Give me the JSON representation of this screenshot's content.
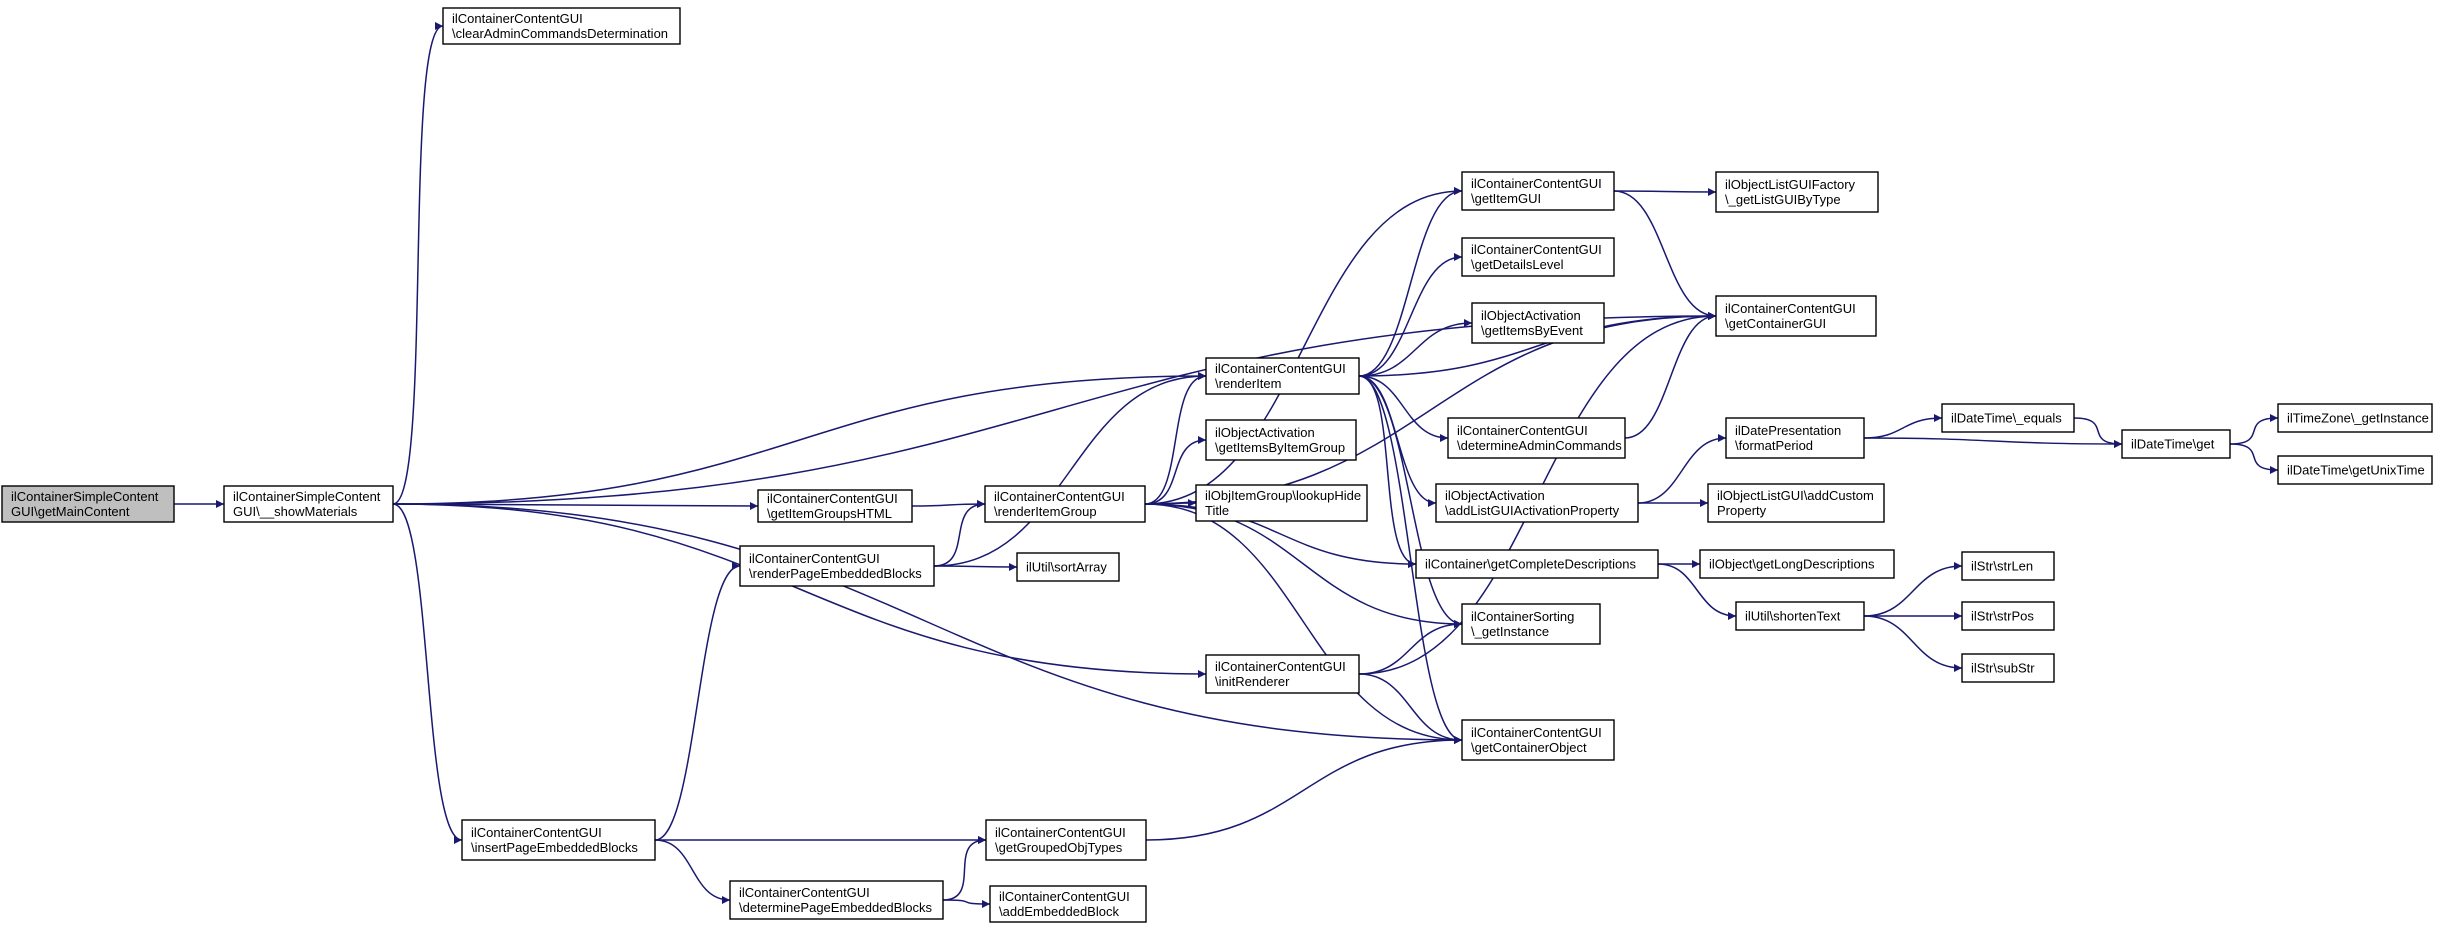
{
  "colors": {
    "edge": "#191970",
    "node_border": "#000000",
    "root_fill": "#bfbfbf",
    "node_fill": "#ffffff"
  },
  "nodes": [
    {
      "id": "root",
      "lines": [
        "ilContainerSimpleContent",
        "GUI\\getMainContent"
      ],
      "root": true
    },
    {
      "id": "show",
      "lines": [
        "ilContainerSimpleContent",
        "GUI\\__showMaterials"
      ]
    },
    {
      "id": "clear",
      "lines": [
        "ilContainerContentGUI",
        "\\clearAdminCommandsDetermination"
      ]
    },
    {
      "id": "getItemGroupsHTML",
      "lines": [
        "ilContainerContentGUI",
        "\\getItemGroupsHTML"
      ]
    },
    {
      "id": "renderPageEmbedded",
      "lines": [
        "ilContainerContentGUI",
        "\\renderPageEmbeddedBlocks"
      ]
    },
    {
      "id": "insertPageEmbedded",
      "lines": [
        "ilContainerContentGUI",
        "\\insertPageEmbeddedBlocks"
      ]
    },
    {
      "id": "renderItemGroup",
      "lines": [
        "ilContainerContentGUI",
        "\\renderItemGroup"
      ]
    },
    {
      "id": "sortArray",
      "lines": [
        "ilUtil\\sortArray"
      ]
    },
    {
      "id": "getGroupedObjTypes",
      "lines": [
        "ilContainerContentGUI",
        "\\getGroupedObjTypes"
      ]
    },
    {
      "id": "determinePageEmbedded",
      "lines": [
        "ilContainerContentGUI",
        "\\determinePageEmbeddedBlocks"
      ]
    },
    {
      "id": "addEmbeddedBlock",
      "lines": [
        "ilContainerContentGUI",
        "\\addEmbeddedBlock"
      ]
    },
    {
      "id": "renderItem",
      "lines": [
        "ilContainerContentGUI",
        "\\renderItem"
      ]
    },
    {
      "id": "getItemsByItemGroup",
      "lines": [
        "ilObjectActivation",
        "\\getItemsByItemGroup"
      ]
    },
    {
      "id": "lookupHideTitle",
      "lines": [
        "ilObjItemGroup\\lookupHide",
        "Title"
      ]
    },
    {
      "id": "initRenderer",
      "lines": [
        "ilContainerContentGUI",
        "\\initRenderer"
      ]
    },
    {
      "id": "getItemGUI",
      "lines": [
        "ilContainerContentGUI",
        "\\getItemGUI"
      ]
    },
    {
      "id": "getDetailsLevel",
      "lines": [
        "ilContainerContentGUI",
        "\\getDetailsLevel"
      ]
    },
    {
      "id": "getItemsByEvent",
      "lines": [
        "ilObjectActivation",
        "\\getItemsByEvent"
      ]
    },
    {
      "id": "determineAdminCommands",
      "lines": [
        "ilContainerContentGUI",
        "\\determineAdminCommands"
      ]
    },
    {
      "id": "addListGUIActivation",
      "lines": [
        "ilObjectActivation",
        "\\addListGUIActivationProperty"
      ]
    },
    {
      "id": "getCompleteDescriptions",
      "lines": [
        "ilContainer\\getCompleteDescriptions"
      ]
    },
    {
      "id": "sortingGetInstance",
      "lines": [
        "ilContainerSorting",
        "\\_getInstance"
      ]
    },
    {
      "id": "getContainerObject",
      "lines": [
        "ilContainerContentGUI",
        "\\getContainerObject"
      ]
    },
    {
      "id": "listGUIFactory",
      "lines": [
        "ilObjectListGUIFactory",
        "\\_getListGUIByType"
      ]
    },
    {
      "id": "getContainerGUI",
      "lines": [
        "ilContainerContentGUI",
        "\\getContainerGUI"
      ]
    },
    {
      "id": "formatPeriod",
      "lines": [
        "ilDatePresentation",
        "\\formatPeriod"
      ]
    },
    {
      "id": "addCustomProperty",
      "lines": [
        "ilObjectListGUI\\addCustom",
        "Property"
      ]
    },
    {
      "id": "getLongDescriptions",
      "lines": [
        "ilObject\\getLongDescriptions"
      ]
    },
    {
      "id": "shortenText",
      "lines": [
        "ilUtil\\shortenText"
      ]
    },
    {
      "id": "dtEquals",
      "lines": [
        "ilDateTime\\_equals"
      ]
    },
    {
      "id": "dtGet",
      "lines": [
        "ilDateTime\\get"
      ]
    },
    {
      "id": "strLen",
      "lines": [
        "ilStr\\strLen"
      ]
    },
    {
      "id": "strPos",
      "lines": [
        "ilStr\\strPos"
      ]
    },
    {
      "id": "subStr",
      "lines": [
        "ilStr\\subStr"
      ]
    },
    {
      "id": "tzGetInstance",
      "lines": [
        "ilTimeZone\\_getInstance"
      ]
    },
    {
      "id": "getUnixTime",
      "lines": [
        "ilDateTime\\getUnixTime"
      ]
    }
  ],
  "edges": [
    [
      "root",
      "show"
    ],
    [
      "show",
      "clear"
    ],
    [
      "show",
      "getContainerGUI"
    ],
    [
      "show",
      "renderItem"
    ],
    [
      "show",
      "getItemGroupsHTML"
    ],
    [
      "show",
      "initRenderer"
    ],
    [
      "show",
      "getContainerObject"
    ],
    [
      "show",
      "insertPageEmbedded"
    ],
    [
      "getItemGroupsHTML",
      "renderItemGroup"
    ],
    [
      "renderPageEmbedded",
      "renderItem"
    ],
    [
      "renderPageEmbedded",
      "renderItemGroup"
    ],
    [
      "renderPageEmbedded",
      "sortArray"
    ],
    [
      "insertPageEmbedded",
      "renderPageEmbedded"
    ],
    [
      "insertPageEmbedded",
      "getGroupedObjTypes"
    ],
    [
      "insertPageEmbedded",
      "determinePageEmbedded"
    ],
    [
      "determinePageEmbedded",
      "getGroupedObjTypes"
    ],
    [
      "determinePageEmbedded",
      "addEmbeddedBlock"
    ],
    [
      "getGroupedObjTypes",
      "getContainerObject"
    ],
    [
      "renderItemGroup",
      "getContainerGUI"
    ],
    [
      "renderItemGroup",
      "getItemGUI"
    ],
    [
      "renderItemGroup",
      "renderItem"
    ],
    [
      "renderItemGroup",
      "getItemsByItemGroup"
    ],
    [
      "renderItemGroup",
      "lookupHideTitle"
    ],
    [
      "renderItemGroup",
      "getCompleteDescriptions"
    ],
    [
      "renderItemGroup",
      "sortingGetInstance"
    ],
    [
      "renderItemGroup",
      "getContainerObject"
    ],
    [
      "renderItem",
      "getItemGUI"
    ],
    [
      "renderItem",
      "getDetailsLevel"
    ],
    [
      "renderItem",
      "getItemsByEvent"
    ],
    [
      "renderItem",
      "getContainerGUI"
    ],
    [
      "renderItem",
      "determineAdminCommands"
    ],
    [
      "renderItem",
      "addListGUIActivation"
    ],
    [
      "renderItem",
      "getCompleteDescriptions"
    ],
    [
      "renderItem",
      "sortingGetInstance"
    ],
    [
      "renderItem",
      "getContainerObject"
    ],
    [
      "initRenderer",
      "sortingGetInstance"
    ],
    [
      "initRenderer",
      "getContainerGUI"
    ],
    [
      "initRenderer",
      "getContainerObject"
    ],
    [
      "getItemGUI",
      "listGUIFactory"
    ],
    [
      "getItemGUI",
      "getContainerGUI"
    ],
    [
      "determineAdminCommands",
      "getContainerGUI"
    ],
    [
      "addListGUIActivation",
      "formatPeriod"
    ],
    [
      "addListGUIActivation",
      "addCustomProperty"
    ],
    [
      "getCompleteDescriptions",
      "getLongDescriptions"
    ],
    [
      "getCompleteDescriptions",
      "shortenText"
    ],
    [
      "formatPeriod",
      "dtEquals"
    ],
    [
      "formatPeriod",
      "dtGet"
    ],
    [
      "dtEquals",
      "dtGet"
    ],
    [
      "dtGet",
      "tzGetInstance"
    ],
    [
      "dtGet",
      "getUnixTime"
    ],
    [
      "shortenText",
      "strLen"
    ],
    [
      "shortenText",
      "strPos"
    ],
    [
      "shortenText",
      "subStr"
    ]
  ]
}
